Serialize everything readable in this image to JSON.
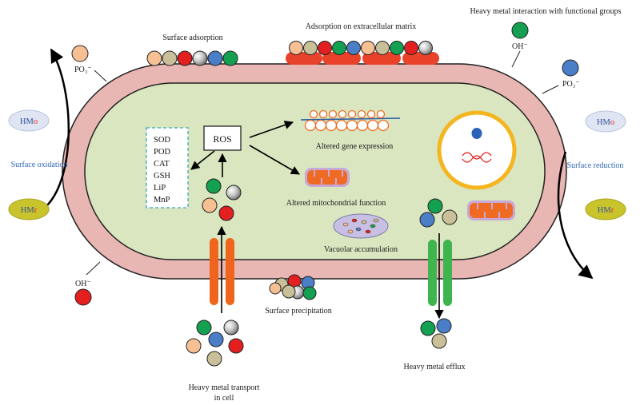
{
  "labels": {
    "surface_adsorption": "Surface adsorption",
    "extracellular_matrix": "Adsorption on extracellular matrix",
    "functional_groups": "Heavy metal interaction with functional groups",
    "ros": "ROS",
    "gene_expression": "Altered gene expression",
    "mitochondrial": "Altered mitochondrial function",
    "vacuolar": "Vacuolar accumulation",
    "surface_oxidation": "Surface oxidation",
    "surface_reduction": "Surface reduction",
    "surface_precipitation": "Surface precipitation",
    "transport_line1": "Heavy metal transport",
    "transport_line2": "in cell",
    "efflux": "Heavy metal efflux",
    "po3_left": "PO₃⁻",
    "po3_right": "PO₃⁻",
    "oh_top": "OH⁻",
    "oh_bottom": "OH⁻"
  },
  "enzymes": [
    "SOD",
    "POD",
    "CAT",
    "GSH",
    "LiP",
    "MnP"
  ],
  "heavy_metal_states": {
    "oxidized": {
      "prefix": "HM",
      "suffix": "o"
    },
    "reduced": {
      "prefix": "HM",
      "suffix": "r"
    }
  },
  "colors": {
    "membrane": "#e8b6b3",
    "cytoplasm": "#d9e6c0",
    "ion_peach": "#f7c093",
    "ion_tan": "#c9bf98",
    "ion_red": "#e3201f",
    "ion_blue": "#4a7ec6",
    "ion_green": "#13a050",
    "ion_silver": "#c0c0c0",
    "transporter_in": "#f0651e",
    "transporter_out": "#3fb54e",
    "matrix": "#e8432a",
    "vacuole_ring": "#f4b51e",
    "mitochondria": "#ef6b23",
    "hm_oxidized_fill": "#dfe5f2",
    "hm_reduced_fill": "#c9c42c"
  }
}
